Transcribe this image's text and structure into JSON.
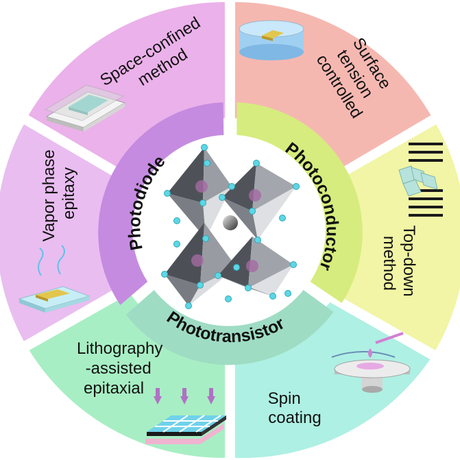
{
  "center": {
    "icon": "perovskite-crystal-structure"
  },
  "inner_ring": [
    {
      "label": "Photodiode",
      "color": "#c58be0"
    },
    {
      "label": "Photoconductor",
      "color": "#d6ec7e"
    },
    {
      "label": "Phototransistor",
      "color": "#9fdcc4"
    }
  ],
  "outer_ring": [
    {
      "lines": [
        "Space-confined",
        "method"
      ],
      "color": "#ebb1ea",
      "icon": "substrate-sandwich-icon"
    },
    {
      "lines": [
        "Surface",
        "tension",
        "controlled"
      ],
      "color": "#f5b8b1",
      "icon": "petri-dish-icon"
    },
    {
      "lines": [
        "Top-down",
        "method"
      ],
      "color": "#f1f5a5",
      "icon": "layered-crystal-icon"
    },
    {
      "lines": [
        "Spin",
        "coating"
      ],
      "color": "#aef0e3",
      "icon": "spin-coater-icon"
    },
    {
      "lines": [
        "Lithography",
        "-assisted",
        "epitaxial"
      ],
      "color": "#a8eec4",
      "icon": "patterned-substrate-icon"
    },
    {
      "lines": [
        "Vapor phase",
        "epitaxy"
      ],
      "color": "#e9bdf0",
      "icon": "vapor-substrate-icon"
    }
  ]
}
